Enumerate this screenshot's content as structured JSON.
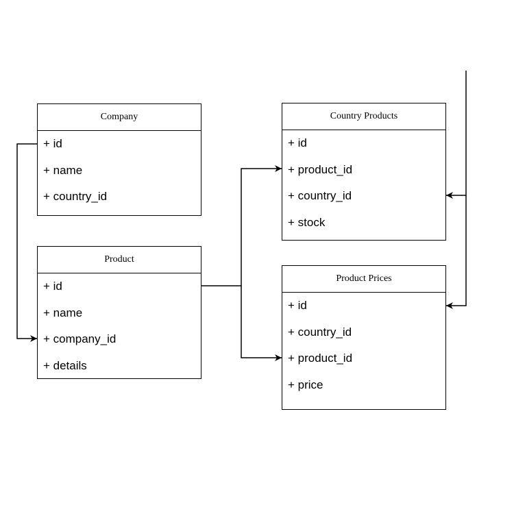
{
  "entities": {
    "company": {
      "title": "Company",
      "fields": [
        "+ id",
        "+ name",
        "+ country_id"
      ]
    },
    "product": {
      "title": "Product",
      "fields": [
        "+ id",
        "+ name",
        "+ company_id",
        "+ details"
      ]
    },
    "country_products": {
      "title": "Country Products",
      "fields": [
        "+ id",
        "+ product_id",
        "+ country_id",
        "+ stock"
      ]
    },
    "product_prices": {
      "title": "Product Prices",
      "fields": [
        "+ id",
        "+ country_id",
        "+ product_id",
        "+ price"
      ]
    }
  },
  "relationships": [
    {
      "from": "Company.id",
      "to": "Product.company_id"
    },
    {
      "from": "Product.id",
      "to": "Country Products.product_id"
    },
    {
      "from": "Product.id",
      "to": "Product Prices.product_id"
    },
    {
      "from": "(off-diagram)",
      "to": "Country Products.country_id"
    },
    {
      "from": "(off-diagram)",
      "to": "Product Prices.id"
    }
  ],
  "colors": {
    "line": "#000000",
    "background": "#ffffff",
    "text": "#000000"
  }
}
